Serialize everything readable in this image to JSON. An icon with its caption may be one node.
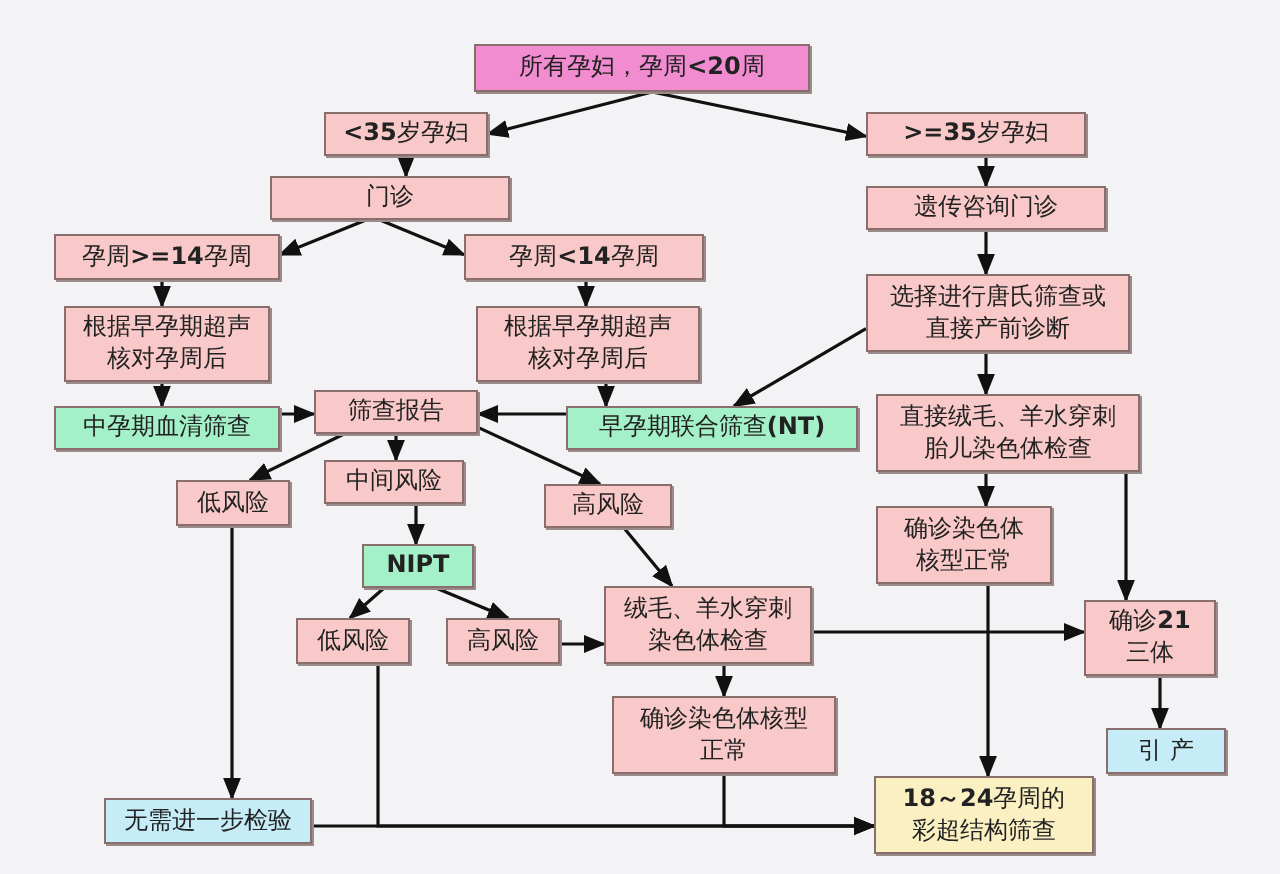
{
  "diagram": {
    "nodes": [
      {
        "text": [
          "所有孕妇，孕周**<20**周"
        ]
      },
      {
        "text": [
          "**<35**岁孕妇"
        ]
      },
      {
        "text": [
          "**>=35**岁孕妇"
        ]
      },
      {
        "text": [
          "门诊"
        ]
      },
      {
        "text": [
          "遗传咨询门诊"
        ]
      },
      {
        "text": [
          "孕周**>=14**孕周"
        ]
      },
      {
        "text": [
          "孕周**<14**孕周"
        ]
      },
      {
        "text": [
          "选择进行唐氏筛查或直接产前诊断"
        ]
      },
      {
        "text": [
          "根据早孕期超声核对孕周后"
        ]
      },
      {
        "text": [
          "根据早孕期超声核对孕周后"
        ]
      },
      {
        "text": [
          "中孕期血清筛查"
        ]
      },
      {
        "text": [
          "筛查报告"
        ]
      },
      {
        "text": [
          "早孕期联合筛查**(NT)**"
        ]
      },
      {
        "text": [
          "直接绒毛、羊水穿刺胎儿染色体检查"
        ]
      },
      {
        "text": [
          "中间风险"
        ]
      },
      {
        "text": [
          "低风险"
        ]
      },
      {
        "text": [
          "高风险"
        ]
      },
      {
        "text": [
          "确诊染色体核型正常"
        ]
      },
      {
        "text": [
          "NIPT"
        ]
      },
      {
        "text": [
          "低风险"
        ]
      },
      {
        "text": [
          "高风险"
        ]
      },
      {
        "text": [
          "绒毛、羊水穿刺染色体检查"
        ]
      },
      {
        "text": [
          "确诊**21**三体"
        ]
      },
      {
        "text": [
          "确诊染色体核型正常"
        ]
      },
      {
        "text": [
          "引 产"
        ]
      },
      {
        "text": [
          "无需进一步检验"
        ]
      },
      {
        "text": [
          "**18～24**孕周的彩超结构筛查"
        ]
      }
    ],
    "edges": [
      {
        "from": 0,
        "to": 1,
        "arrow": "to"
      },
      {
        "from": 0,
        "to": 2,
        "arrow": "to"
      },
      {
        "from": 1,
        "to": 3,
        "arrow": "to"
      },
      {
        "from": 2,
        "to": 4,
        "arrow": "to"
      },
      {
        "from": 3,
        "to": 5,
        "arrow": "to"
      },
      {
        "from": 3,
        "to": 6,
        "arrow": "to"
      },
      {
        "from": 4,
        "to": 7,
        "arrow": "to"
      },
      {
        "from": 5,
        "to": 8,
        "arrow": "to"
      },
      {
        "from": 6,
        "to": 9,
        "arrow": "to"
      },
      {
        "from": 7,
        "to": 12,
        "arrow": "to"
      },
      {
        "from": 7,
        "to": 13,
        "arrow": "to"
      },
      {
        "from": 8,
        "to": 10,
        "arrow": "to"
      },
      {
        "from": 9,
        "to": 12,
        "arrow": "to"
      },
      {
        "from": 10,
        "to": 11,
        "arrow": "to"
      },
      {
        "from": 12,
        "to": 11,
        "arrow": "to"
      },
      {
        "from": 11,
        "to": 15,
        "arrow": "to"
      },
      {
        "from": 11,
        "to": 14,
        "arrow": "to"
      },
      {
        "from": 11,
        "to": 16,
        "arrow": "to"
      },
      {
        "from": 14,
        "to": 18,
        "arrow": "to"
      },
      {
        "from": 18,
        "to": 19,
        "arrow": "to"
      },
      {
        "from": 18,
        "to": 20,
        "arrow": "to"
      },
      {
        "from": 16,
        "to": 21,
        "arrow": "to"
      },
      {
        "from": 20,
        "to": 21,
        "arrow": "to"
      },
      {
        "from": 21,
        "to": 22,
        "arrow": "to"
      },
      {
        "from": 21,
        "to": 23,
        "arrow": "to"
      },
      {
        "from": 13,
        "to": 17,
        "arrow": "to"
      },
      {
        "from": 13,
        "to": 22,
        "arrow": "to"
      },
      {
        "from": 22,
        "to": 24,
        "arrow": "to"
      },
      {
        "from": 15,
        "to": 25,
        "arrow": "to"
      },
      {
        "from": 17,
        "to": 26,
        "arrow": "to"
      },
      {
        "from": 25,
        "to": 26,
        "arrow": "to"
      },
      {
        "from": 19,
        "to": 26,
        "arrow": "to"
      },
      {
        "from": 23,
        "to": 26,
        "arrow": "to"
      }
    ]
  }
}
